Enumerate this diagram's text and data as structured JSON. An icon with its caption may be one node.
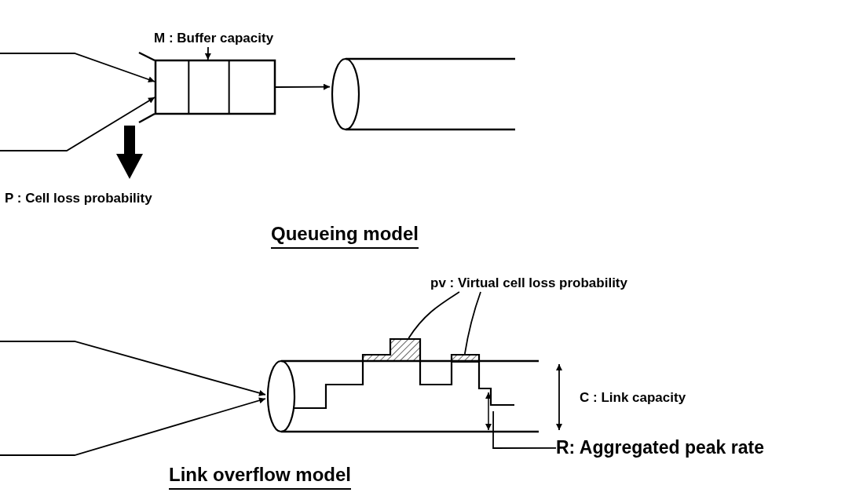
{
  "diagram": {
    "nodes": [
      {
        "text": [
          "M : Buffer capacity"
        ]
      },
      {
        "text": [],
        "shape": "box"
      },
      {
        "text": [],
        "shape": "cylinder"
      },
      {
        "text": [
          "pv : Virtual cell loss probability"
        ]
      },
      {
        "text": [],
        "shape": "cylinder"
      },
      {
        "text": [],
        "shape": "bar",
        "in": 4
      },
      {
        "text": [],
        "shape": "bar",
        "in": 4
      },
      {
        "text": [
          "R: Aggregated peak rate"
        ]
      }
    ],
    "edges": [
      {
        "from": null,
        "to": 1,
        "arrow": "to"
      },
      {
        "from": null,
        "to": 1,
        "arrow": "to"
      },
      {
        "from": 0,
        "to": 1,
        "arrow": "to"
      },
      {
        "from": 1,
        "to": 2,
        "arrow": "to"
      },
      {
        "from": null,
        "to": 4,
        "arrow": "to"
      },
      {
        "from": null,
        "to": 4,
        "arrow": "to"
      },
      {
        "from": 3,
        "to": 5,
        "arrow": "none"
      },
      {
        "from": 3,
        "to": 6,
        "arrow": "none"
      },
      {
        "from": 7,
        "to": 4,
        "arrow": "none"
      }
    ],
    "labels": [
      "P : Cell loss probability",
      "Queueing model",
      "C : Link capacity",
      "Link overflow model"
    ]
  }
}
